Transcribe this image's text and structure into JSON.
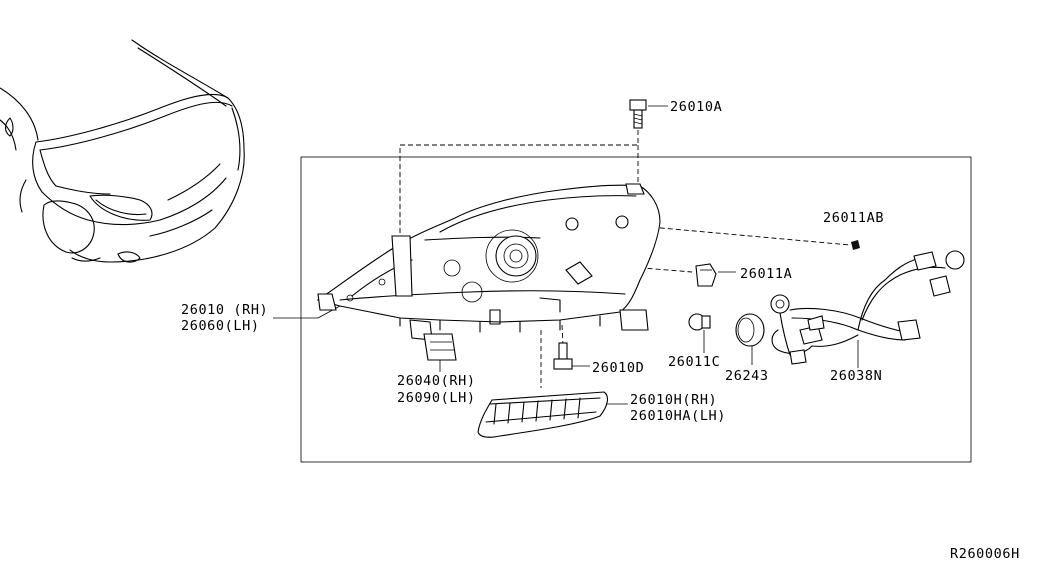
{
  "diagram": {
    "ref_code": "R260006H",
    "labels": {
      "p26010a": "26010A",
      "p26011ab": "26011AB",
      "p26011a": "26011A",
      "p26010_rh": "26010 (RH)",
      "p26060_lh": "26060(LH)",
      "p26040_rh": "26040(RH)",
      "p26090_lh": "26090(LH)",
      "p26010d": "26010D",
      "p26011c": "26011C",
      "p26243": "26243",
      "p26038n": "26038N",
      "p26010h_rh": "26010H(RH)",
      "p26010ha_lh": "26010HA(LH)"
    }
  }
}
